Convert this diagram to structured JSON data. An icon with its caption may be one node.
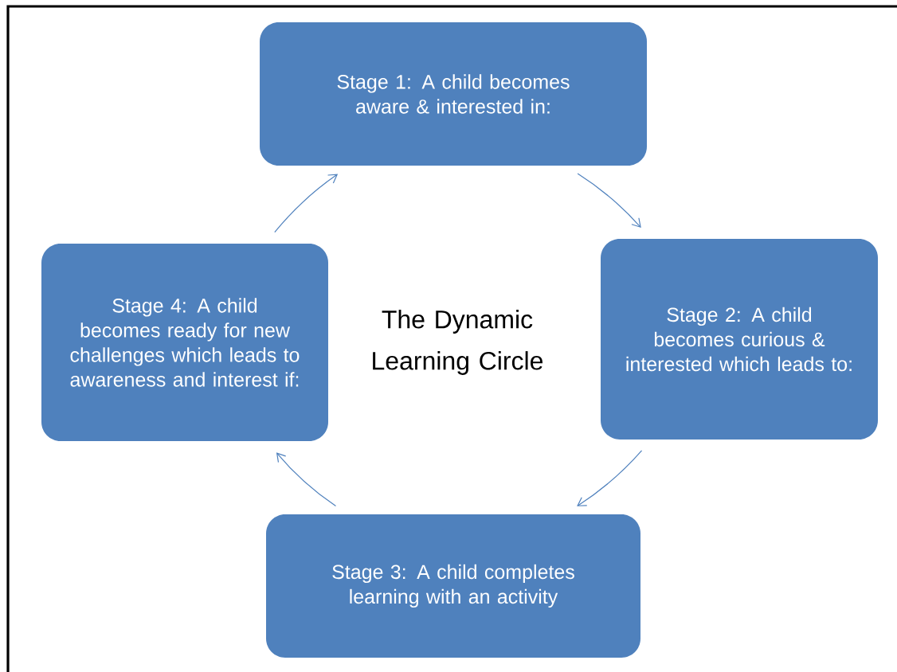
{
  "diagram": {
    "title": "The Dynamic Learning Circle",
    "nodes": [
      {
        "text": [
          "Stage 1: A child becomes aware & interested in:"
        ]
      },
      {
        "text": [
          "Stage 2: A child becomes curious & interested which leads to:"
        ]
      },
      {
        "text": [
          "Stage 3: A child completes learning with an activity"
        ]
      },
      {
        "text": [
          "Stage 4: A child becomes ready for new challenges which leads to awareness and interest if:"
        ]
      }
    ],
    "edges": [
      {
        "from": 0,
        "to": 1,
        "arrow": "to"
      },
      {
        "from": 1,
        "to": 2,
        "arrow": "to"
      },
      {
        "from": 2,
        "to": 3,
        "arrow": "to"
      },
      {
        "from": 3,
        "to": 0,
        "arrow": "to"
      }
    ]
  }
}
